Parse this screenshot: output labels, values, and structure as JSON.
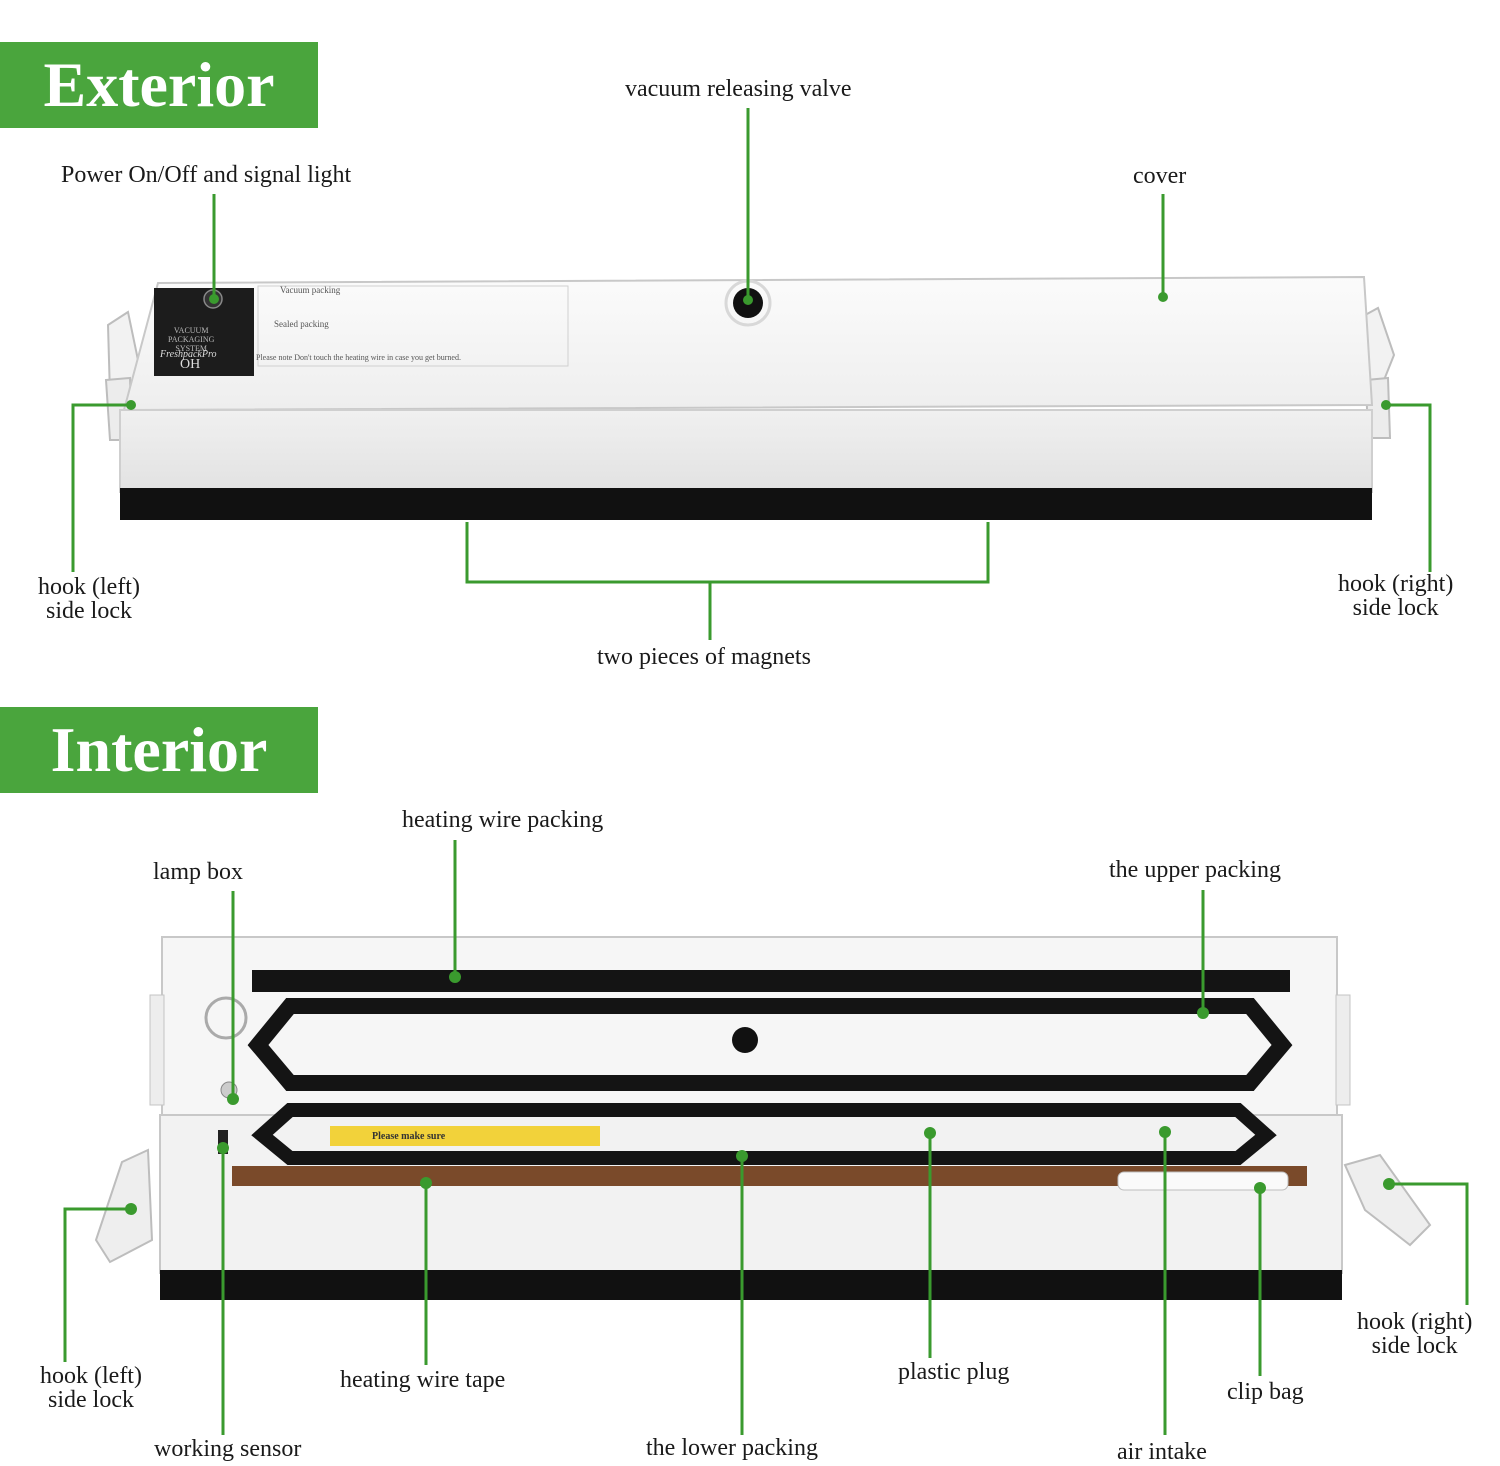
{
  "sections": {
    "exterior": {
      "title": "Exterior"
    },
    "interior": {
      "title": "Interior"
    }
  },
  "device_panel": {
    "brand": "FreshpackPro",
    "model": "OH",
    "system_line1": "VACUUM",
    "system_line2": "PACKAGING",
    "system_line3": "SYSTEM",
    "vacuum_heading": "Vacuum packing",
    "sealed_heading": "Sealed packing",
    "note": "Please note  Don't touch the heating wire in case you get burned."
  },
  "exterior_labels": {
    "power": "Power On/Off and signal light",
    "valve": "vacuum releasing valve",
    "cover": "cover",
    "hook_left_1": "hook (left)",
    "hook_left_2": "side lock",
    "hook_right_1": "hook (right)",
    "hook_right_2": "side lock",
    "magnets": "two pieces of magnets"
  },
  "interior_labels": {
    "heating_wire_packing": "heating wire packing",
    "lamp_box": "lamp box",
    "upper_packing": "the upper packing",
    "hook_left_1": "hook (left)",
    "hook_left_2": "side lock",
    "heating_wire_tape": "heating wire tape",
    "plastic_plug": "plastic plug",
    "clip_bag": "clip bag",
    "hook_right_1": "hook (right)",
    "hook_right_2": "side lock",
    "working_sensor": "working sensor",
    "lower_packing": "the lower packing",
    "air_intake": "air intake",
    "sticker": "Please make sure"
  },
  "colors": {
    "accent_green": "#4aa53d",
    "leader_green": "#3a9a2e",
    "device_white": "#f4f4f4",
    "device_black": "#111111",
    "tape_brown": "#7a4a2a"
  }
}
